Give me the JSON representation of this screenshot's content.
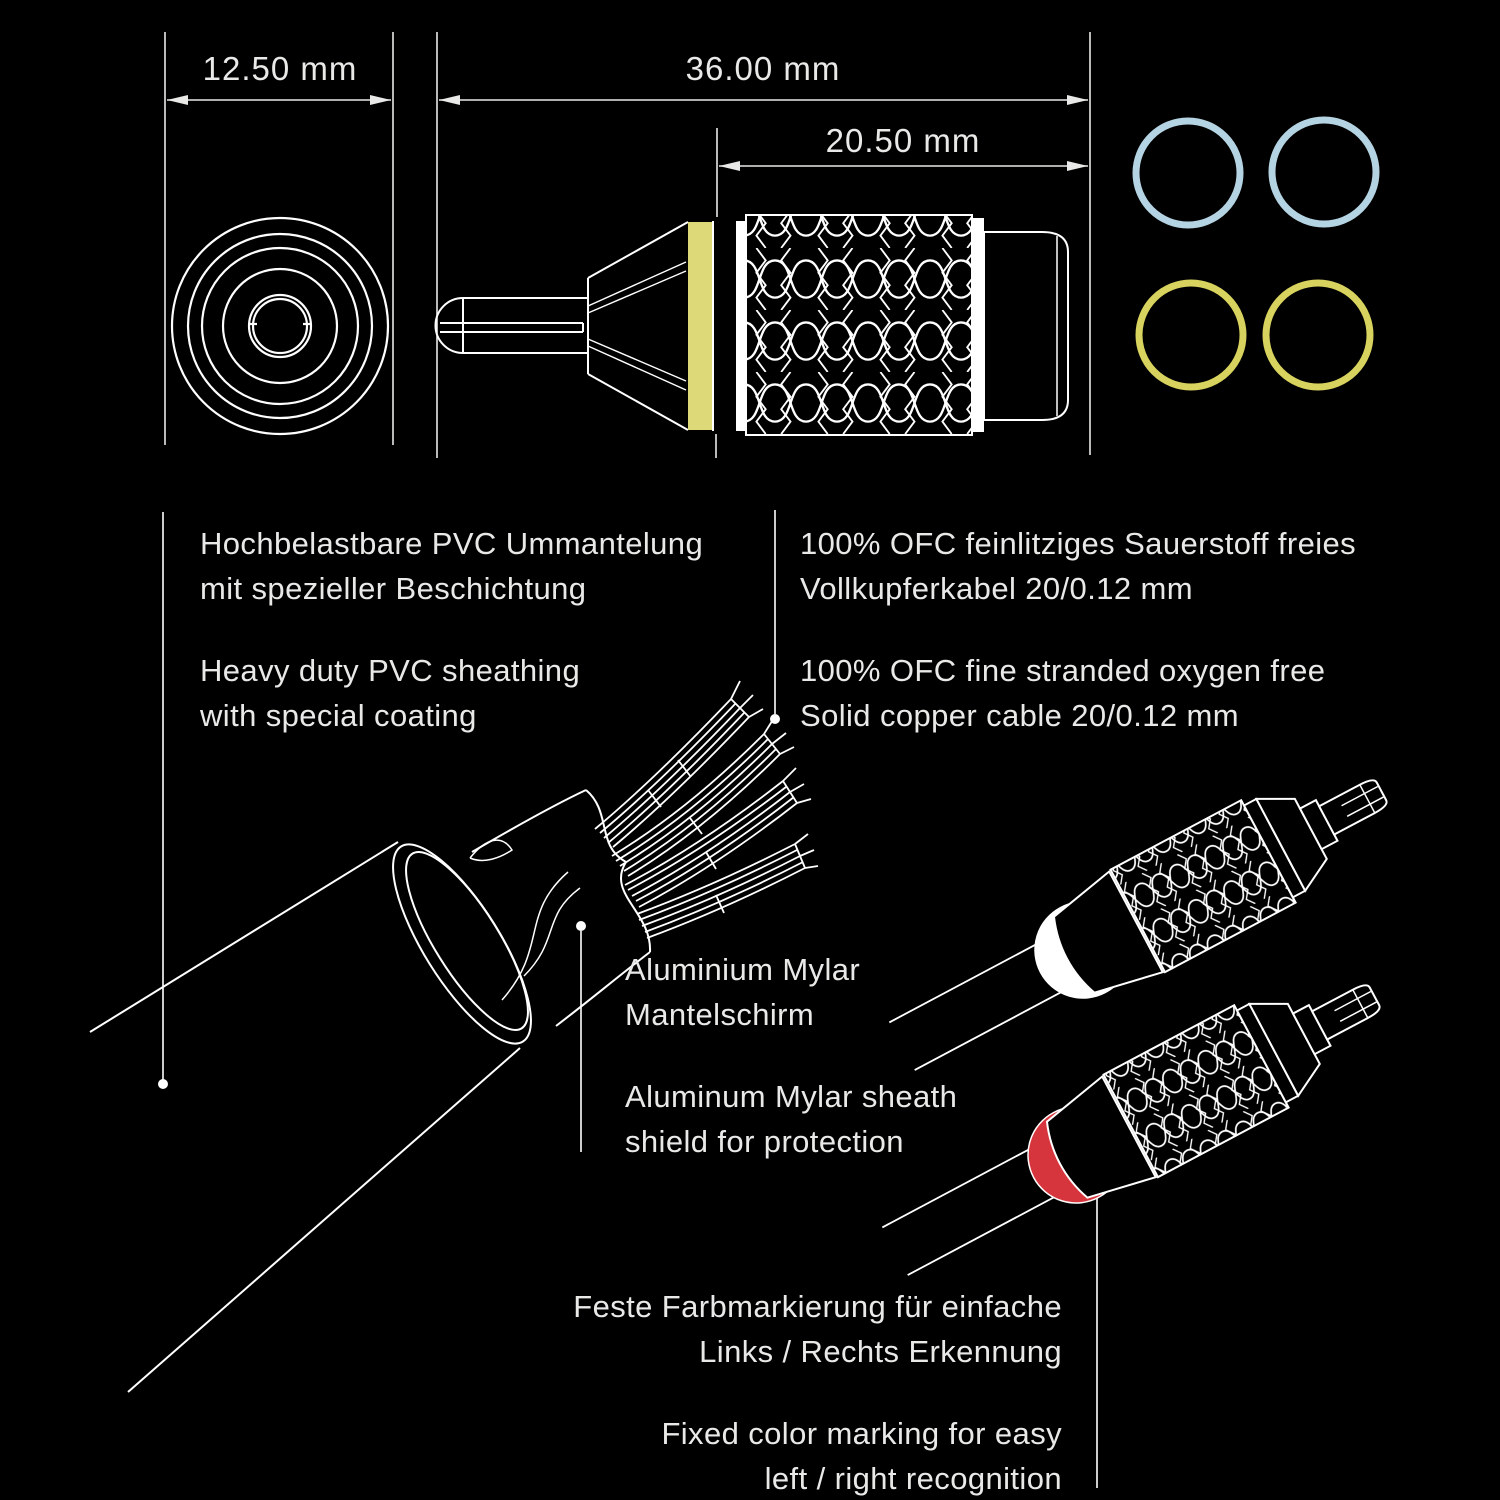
{
  "title": "RCA audio cable technical diagram",
  "colors": {
    "background": "#000000",
    "line": "#ffffff",
    "text": "#e9e9e7",
    "yellow_band": "#ddd878",
    "circle_blue": "#b5d4e3",
    "circle_yellow": "#d8d35e",
    "ring_white": "#ffffff",
    "ring_red": "#d7353d"
  },
  "dimensions": {
    "front_diameter": "12.50 mm",
    "overall_length": "36.00 mm",
    "grip_length": "20.50 mm"
  },
  "annotations": {
    "pvc": {
      "de_line1": "Hochbelastbare PVC Ummantelung",
      "de_line2": "mit spezieller Beschichtung",
      "en_line1": "Heavy duty PVC sheathing",
      "en_line2": "with special coating"
    },
    "ofc": {
      "de_line1": "100% OFC feinlitziges Sauerstoff freies",
      "de_line2": "Vollkupferkabel 20/0.12 mm",
      "en_line1": "100% OFC fine stranded oxygen free",
      "en_line2": "Solid copper cable 20/0.12 mm"
    },
    "mylar": {
      "de_line1": "Aluminium Mylar",
      "de_line2": "Mantelschirm",
      "en_line1": "Aluminum Mylar sheath",
      "en_line2": "shield for protection"
    },
    "marking": {
      "de_line1": "Feste Farbmarkierung für einfache",
      "de_line2": "Links / Rechts Erkennung",
      "en_line1": "Fixed color marking for easy",
      "en_line2": "left / right recognition"
    }
  }
}
